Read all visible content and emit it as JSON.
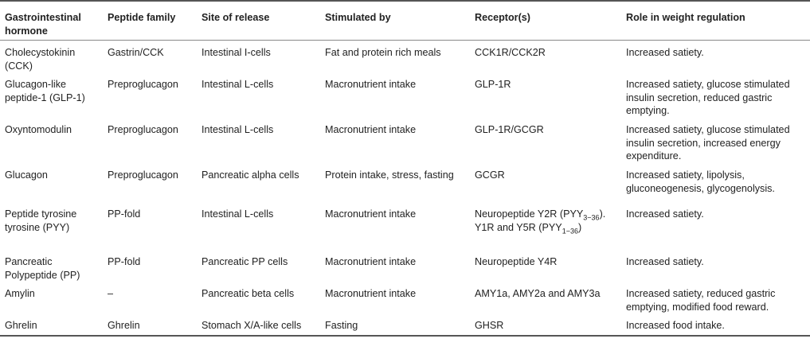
{
  "header": [
    "Gastrointestinal hormone",
    "Peptide family",
    "Site of release",
    "Stimulated by",
    "Receptor(s)",
    "Role in weight regulation"
  ],
  "rows": [
    {
      "hormone": "Cholecystokinin (CCK)",
      "family": "Gastrin/CCK",
      "site": "Intestinal I-cells",
      "stimulus": "Fat and protein rich meals",
      "receptor": "CCK1R/CCK2R",
      "role": "Increased satiety."
    },
    {
      "hormone": "Glucagon-like peptide-1 (GLP-1)",
      "family": "Preproglucagon",
      "site": "Intestinal L-cells",
      "stimulus": "Macronutrient intake",
      "receptor": "GLP-1R",
      "role": "Increased satiety, glucose stimulated insulin secretion, reduced gastric emptying."
    },
    {
      "hormone": "Oxyntomodulin",
      "family": "Preproglucagon",
      "site": "Intestinal L-cells",
      "stimulus": "Macronutrient intake",
      "receptor": "GLP-1R/GCGR",
      "role": "Increased satiety, glucose stimulated insulin secretion, increased energy expenditure."
    },
    {
      "hormone": "Glucagon",
      "family": "Preproglucagon",
      "site": "Pancreatic alpha cells",
      "stimulus": "Protein intake, stress, fasting",
      "receptor": "GCGR",
      "role": "Increased satiety, lipolysis, gluconeogenesis, glycogenolysis."
    },
    {
      "hormone": "Peptide tyrosine tyrosine (PYY)",
      "family": "PP-fold",
      "site": "Intestinal L-cells",
      "stimulus": "Macronutrient intake",
      "receptor_parts": {
        "a": "Neuropeptide Y2R (PYY",
        "a_sub": "3−36",
        "b": "). Y1R and Y5R (PYY",
        "b_sub": "1−36",
        "c": ")"
      },
      "role": "Increased satiety."
    },
    {
      "hormone": "Pancreatic Polypeptide (PP)",
      "family": "PP-fold",
      "site": "Pancreatic PP cells",
      "stimulus": "Macronutrient intake",
      "receptor": "Neuropeptide Y4R",
      "role": "Increased satiety."
    },
    {
      "hormone": "Amylin",
      "family": "–",
      "site": "Pancreatic beta cells",
      "stimulus": "Macronutrient intake",
      "receptor": "AMY1a, AMY2a and AMY3a",
      "role": "Increased satiety, reduced gastric emptying, modified food reward."
    },
    {
      "hormone": "Ghrelin",
      "family": "Ghrelin",
      "site": "Stomach X/A-like cells",
      "stimulus": "Fasting",
      "receptor": "GHSR",
      "role": "Increased food intake."
    }
  ]
}
